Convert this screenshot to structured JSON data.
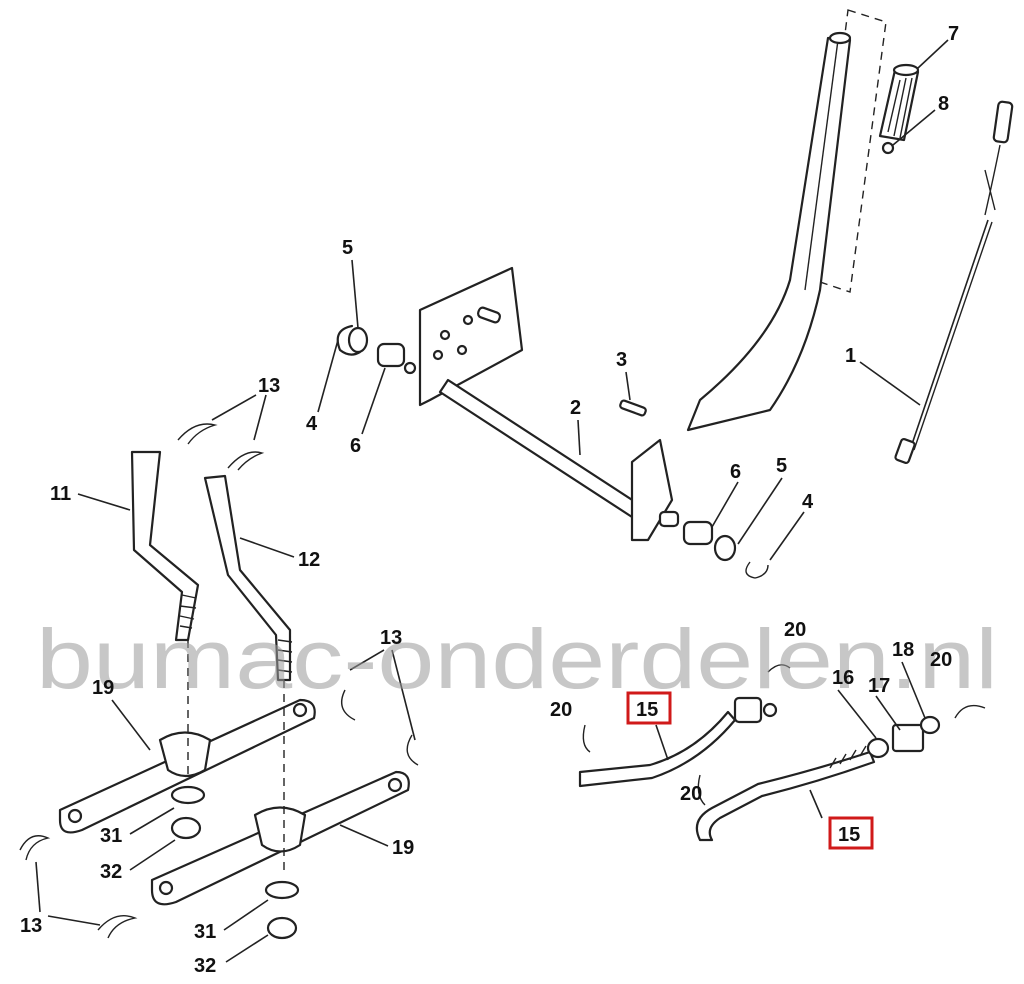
{
  "watermark": "bumac-onderdelen.nl",
  "highlight_color": "#d01a1a",
  "labels": {
    "l7": "7",
    "l8": "8",
    "l1": "1",
    "l5a": "5",
    "l4a": "4",
    "l6a": "6",
    "l3": "3",
    "l2": "2",
    "l6b": "6",
    "l5b": "5",
    "l4b": "4",
    "l13a": "13",
    "l11": "11",
    "l12": "12",
    "l13b": "13",
    "l19a": "19",
    "l31a": "31",
    "l32a": "32",
    "l19b": "19",
    "l13c": "13",
    "l31b": "31",
    "l32b": "32",
    "l20a": "20",
    "l15a": "15",
    "l20b": "20",
    "l18": "18",
    "l16": "16",
    "l17": "17",
    "l20c": "20",
    "l20d": "20",
    "l15b": "15"
  }
}
